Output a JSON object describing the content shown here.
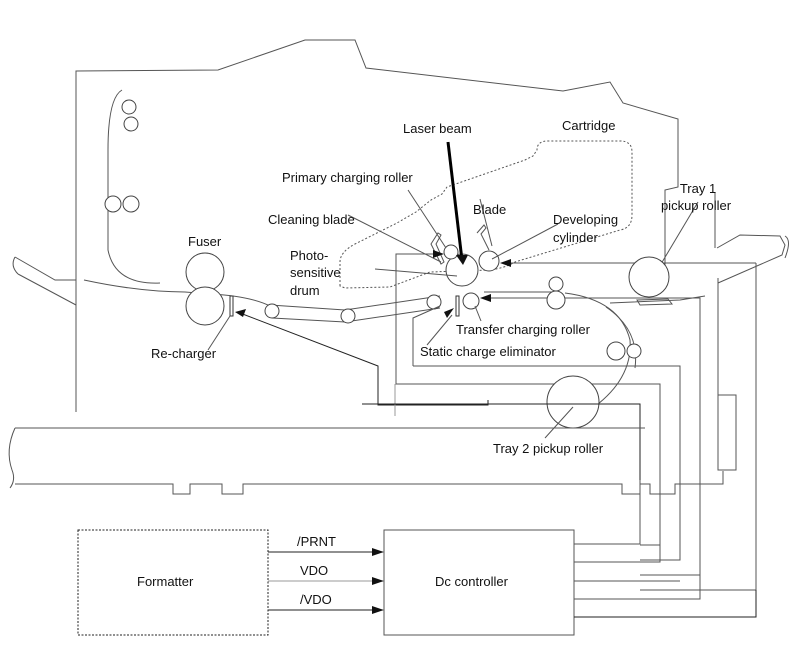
{
  "diagram": {
    "labels": {
      "laser_beam": "Laser beam",
      "cartridge": "Cartridge",
      "primary_charging_roller": "Primary charging roller",
      "cleaning_blade": "Cleaning blade",
      "blade": "Blade",
      "developing_cylinder_1": "Developing",
      "developing_cylinder_2": "cylinder",
      "tray1_1": "Tray 1",
      "tray1_2": "pickup roller",
      "fuser": "Fuser",
      "photo_1": "Photo-",
      "photo_2": "sensitive",
      "photo_3": "drum",
      "recharger": "Re-charger",
      "transfer_charging_roller": "Transfer charging roller",
      "static_charge_eliminator": "Static charge eliminator",
      "tray2": "Tray 2 pickup roller",
      "formatter": "Formatter",
      "dc_controller": "Dc  controller"
    },
    "signals": [
      "/PRNT",
      "VDO",
      "/VDO"
    ]
  }
}
